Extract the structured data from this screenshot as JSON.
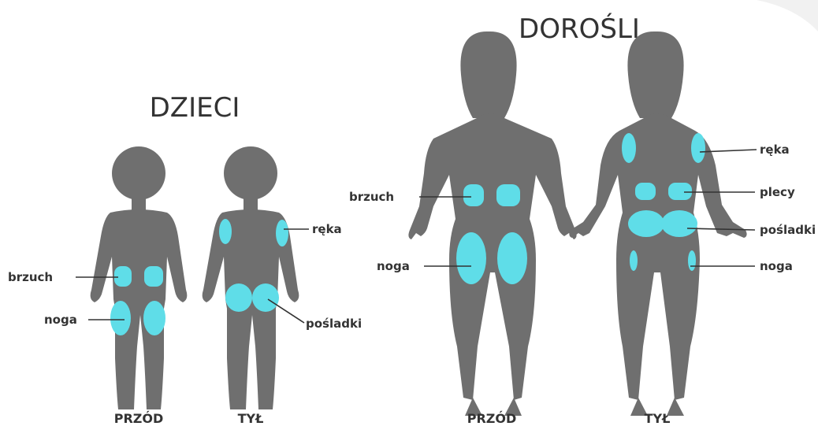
{
  "colors": {
    "silhouette": "#6f6f6f",
    "injection_site": "#5fdde8",
    "text": "#333333"
  },
  "children": {
    "title": "DZIECI",
    "front": {
      "view_label": "PRZÓD",
      "labels": {
        "belly": "brzuch",
        "leg": "noga"
      }
    },
    "back": {
      "view_label": "TYŁ",
      "labels": {
        "arm": "ręka",
        "buttocks": "pośladki"
      }
    }
  },
  "adults": {
    "title": "DOROŚLI",
    "front": {
      "view_label": "PRZÓD",
      "labels": {
        "belly": "brzuch",
        "leg": "noga"
      }
    },
    "back": {
      "view_label": "TYŁ",
      "labels": {
        "arm": "ręka",
        "back": "plecy",
        "buttocks": "pośladki",
        "leg": "noga"
      }
    }
  }
}
